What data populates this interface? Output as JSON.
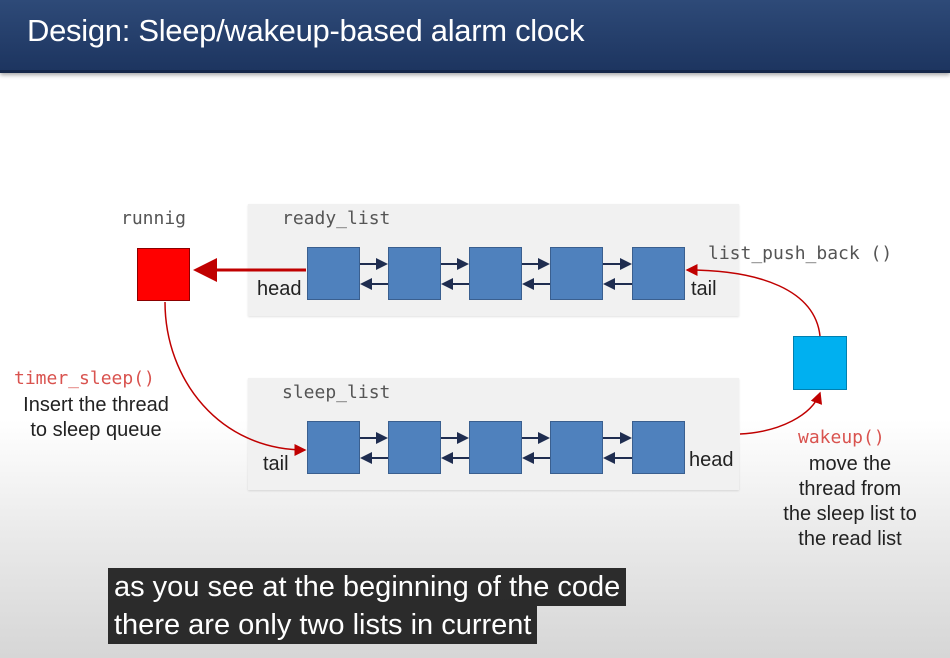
{
  "slide": {
    "title": "Design: Sleep/wakeup-based alarm clock"
  },
  "diagram": {
    "running_label": "runnig",
    "ready_list": {
      "label": "ready_list",
      "head_label": "head",
      "tail_label": "tail",
      "node_count": 5
    },
    "sleep_list": {
      "label": "sleep_list",
      "head_label": "head",
      "tail_label": "tail",
      "node_count": 5
    },
    "list_push_back": "list_push_back ()",
    "timer_sleep": {
      "func": "timer_sleep()",
      "desc_line1": "Insert the thread",
      "desc_line2": "to sleep queue"
    },
    "wakeup": {
      "func": "wakeup()",
      "desc_line1": "move the",
      "desc_line2": "thread from",
      "desc_line3": "the sleep list to",
      "desc_line4": "the read list"
    },
    "colors": {
      "node": "#4f81bd",
      "running": "#ff0000",
      "waking": "#00b0f0",
      "arrow": "#c00000"
    }
  },
  "captions": {
    "line1": "as you see at the beginning of the code",
    "line2": "there are only two lists in current"
  }
}
